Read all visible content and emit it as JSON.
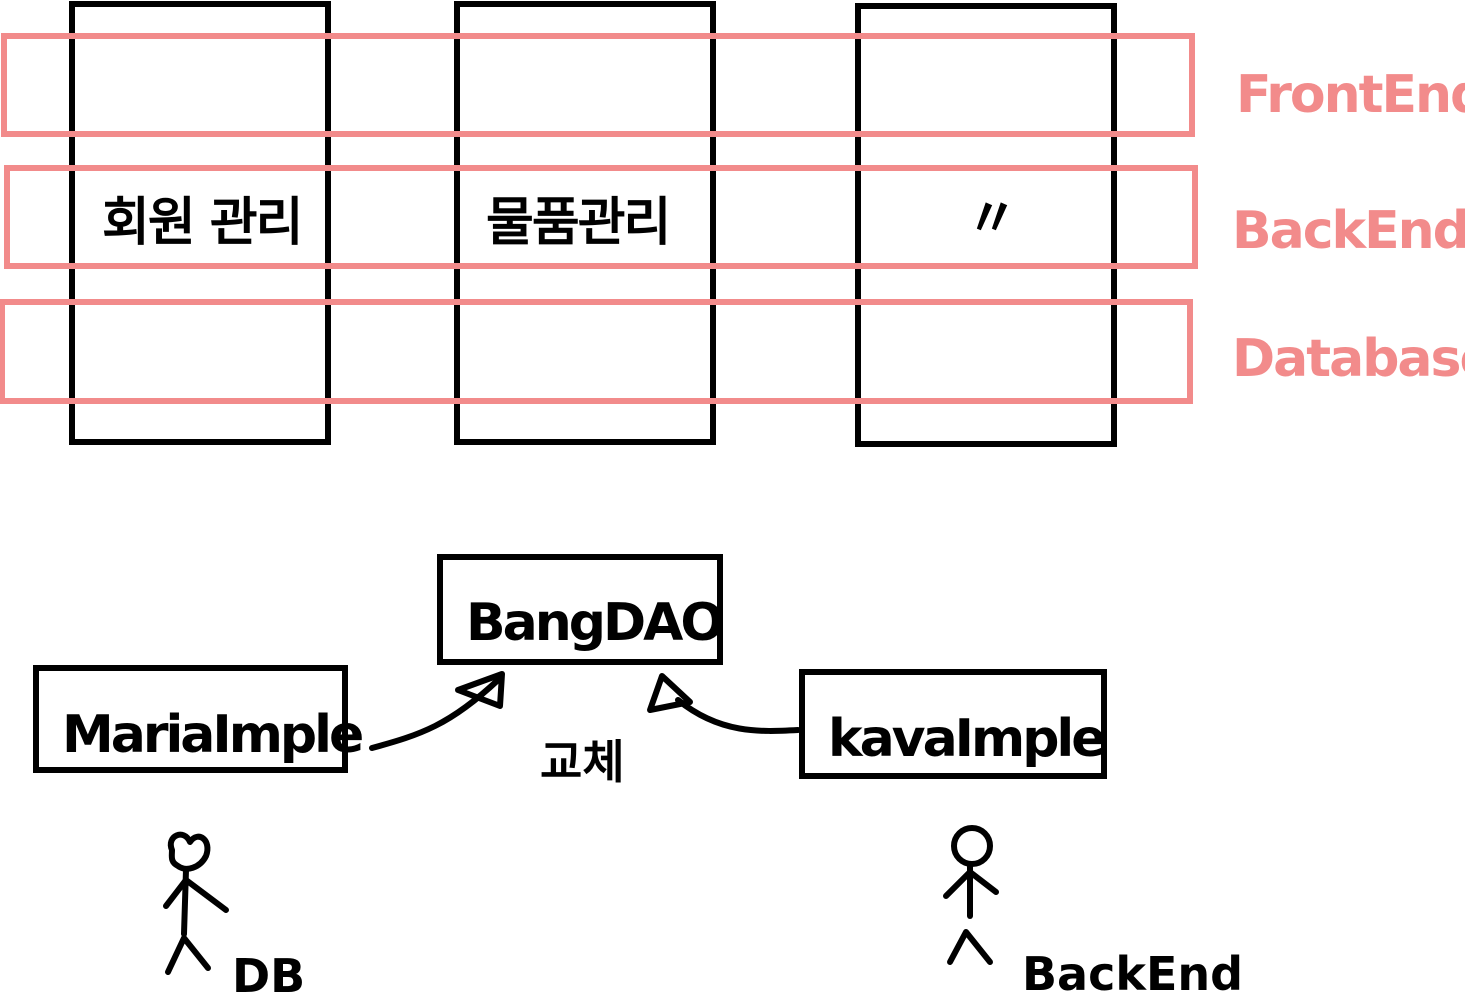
{
  "layers": {
    "frontend": "FrontEnd",
    "backend": "BackEnd",
    "database": "Database"
  },
  "modules": {
    "member": "회원 관리",
    "goods": "물품관리",
    "ditto": "〃"
  },
  "classes": {
    "interface": "BangDAO",
    "maria": "MariaImple",
    "kava": "kavaImple"
  },
  "annotations": {
    "replace": "교체"
  },
  "actors": {
    "left_role": "DB",
    "right_role": "BackEnd"
  },
  "colors": {
    "layer": "#f28b8b",
    "ink": "#000000"
  }
}
